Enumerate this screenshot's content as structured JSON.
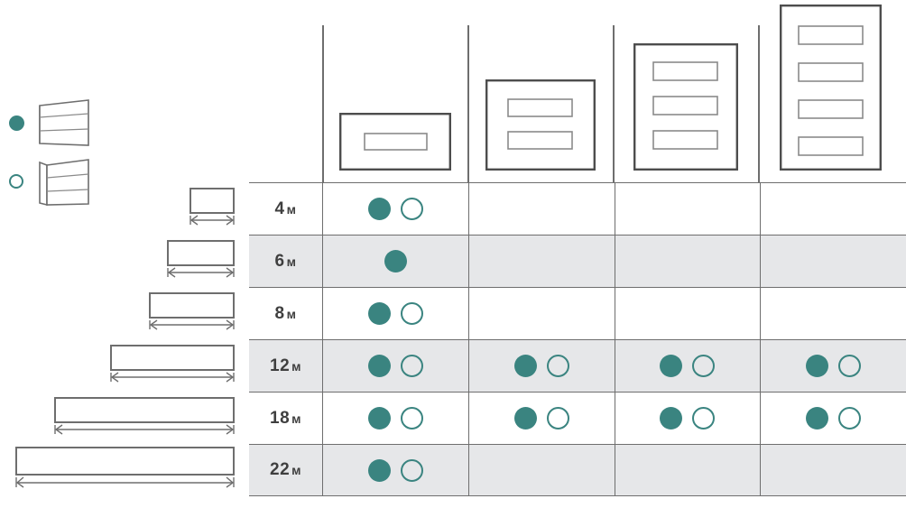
{
  "legend": {
    "items": [
      {
        "marker": "filled-dot",
        "marker_color": "#3a8480",
        "icon": "sectional-panel-icon",
        "label": ""
      },
      {
        "marker": "hollow-dot",
        "marker_color": "#3a8480",
        "icon": "sectional-panel-framed-icon",
        "label": ""
      }
    ]
  },
  "size_diagrams": [
    {
      "name": "width-diagram-4m",
      "row": "4 м",
      "width_units": 1
    },
    {
      "name": "width-diagram-6m",
      "row": "6 м",
      "width_units": 2
    },
    {
      "name": "width-diagram-8m",
      "row": "8 м",
      "width_units": 3
    },
    {
      "name": "width-diagram-12m",
      "row": "12 м",
      "width_units": 4
    },
    {
      "name": "width-diagram-18m",
      "row": "18 м",
      "width_units": 5
    },
    {
      "name": "width-diagram-22m",
      "row": "22 м",
      "width_units": 6
    }
  ],
  "table": {
    "columns": [
      {
        "name": "column-1-bar",
        "icon": "panel-1-bar-icon",
        "bars": 1
      },
      {
        "name": "column-2-bars",
        "icon": "panel-2-bars-icon",
        "bars": 2
      },
      {
        "name": "column-3-bars",
        "icon": "panel-3-bars-icon",
        "bars": 3
      },
      {
        "name": "column-4-bars",
        "icon": "panel-4-bars-icon",
        "bars": 4
      }
    ],
    "rows": [
      {
        "label": "4 м",
        "band": false,
        "cells": [
          [
            "filled",
            "hollow"
          ],
          [],
          [],
          []
        ]
      },
      {
        "label": "6 м",
        "band": true,
        "cells": [
          [
            "filled"
          ],
          [],
          [],
          []
        ]
      },
      {
        "label": "8 м",
        "band": false,
        "cells": [
          [
            "filled",
            "hollow"
          ],
          [],
          [],
          []
        ]
      },
      {
        "label": "12 м",
        "band": true,
        "cells": [
          [
            "filled",
            "hollow"
          ],
          [
            "filled",
            "hollow"
          ],
          [
            "filled",
            "hollow"
          ],
          [
            "filled",
            "hollow"
          ]
        ]
      },
      {
        "label": "18 м",
        "band": false,
        "cells": [
          [
            "filled",
            "hollow"
          ],
          [
            "filled",
            "hollow"
          ],
          [
            "filled",
            "hollow"
          ],
          [
            "filled",
            "hollow"
          ]
        ]
      },
      {
        "label": "22 м",
        "band": true,
        "cells": [
          [
            "filled",
            "hollow"
          ],
          [],
          [],
          []
        ]
      }
    ]
  },
  "colors": {
    "accent": "#3a8480",
    "band": "#e6e7e9",
    "line": "#6e6e6e",
    "text": "#3f3f3f"
  }
}
